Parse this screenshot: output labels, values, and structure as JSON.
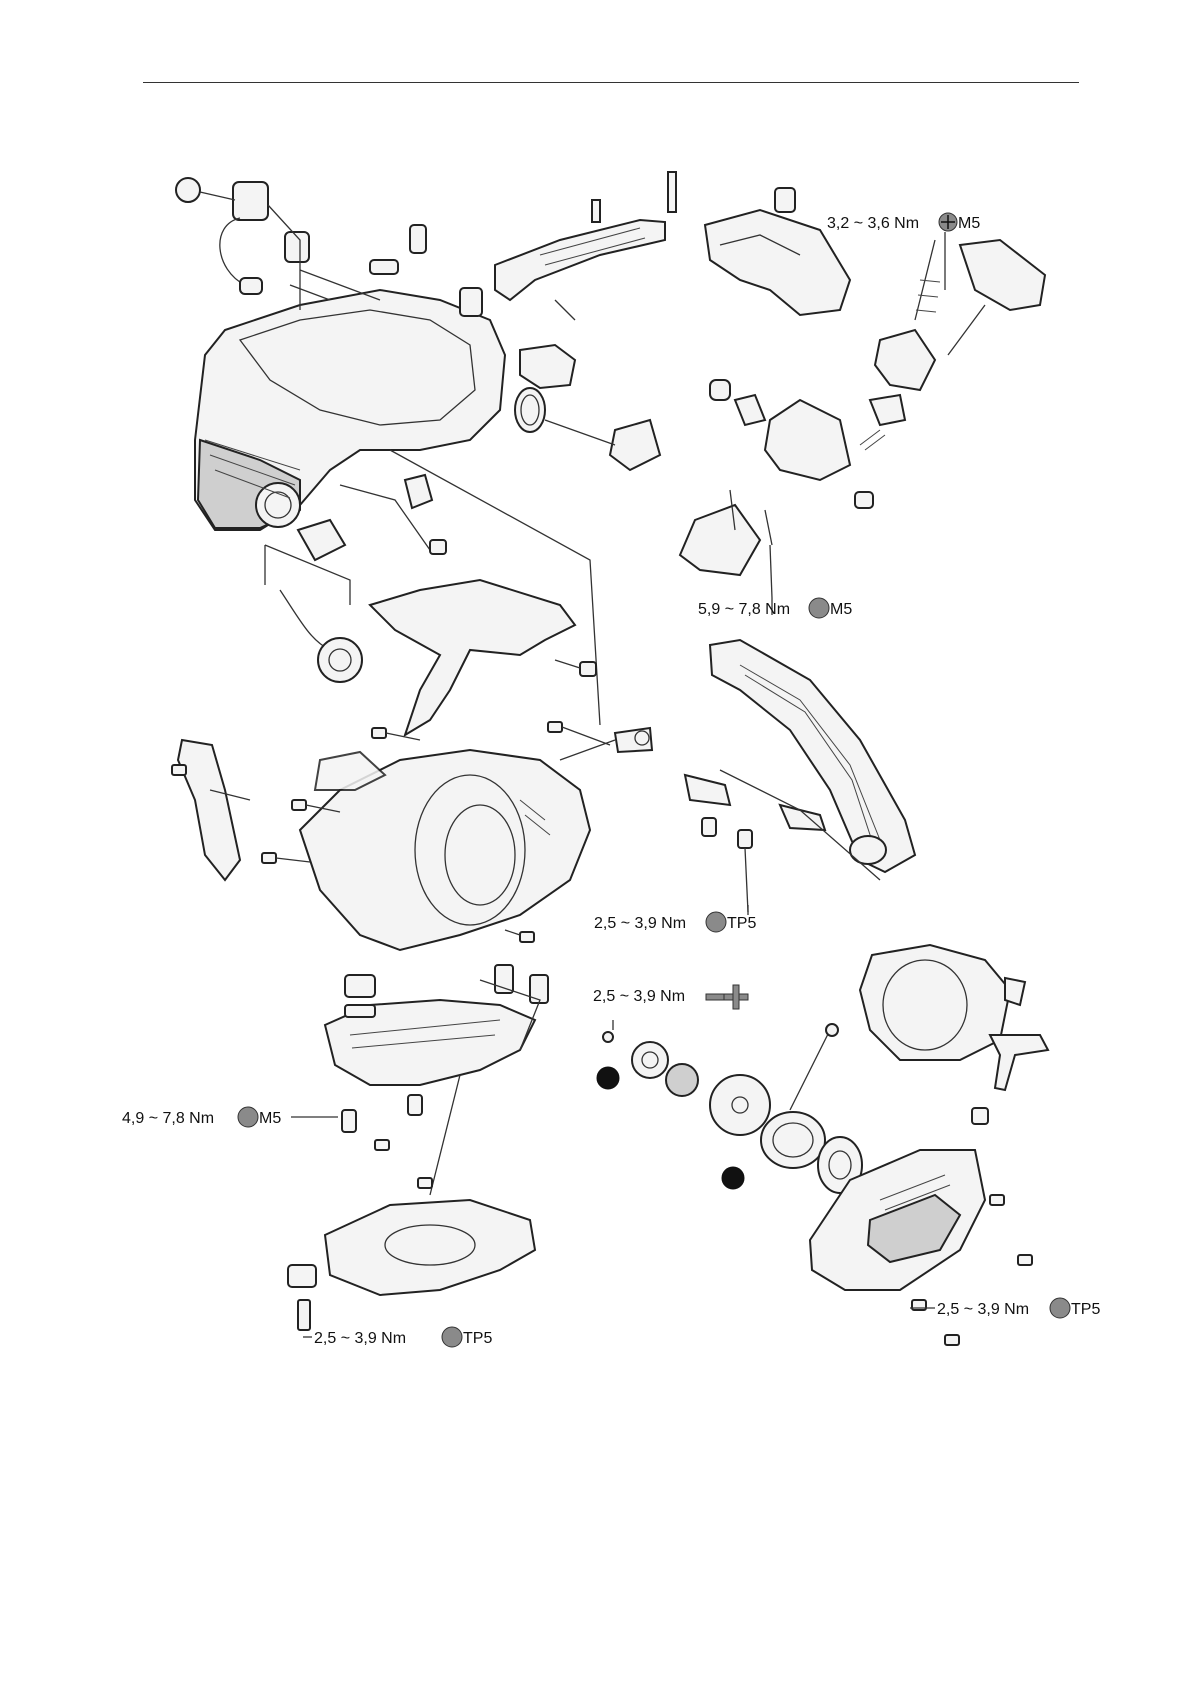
{
  "torque_labels": [
    {
      "id": "t1",
      "value": "3,2 ~ 3,6 Nm",
      "tool": "M5",
      "symbol": "plus-circle-icon"
    },
    {
      "id": "t2",
      "value": "5,9 ~ 7,8 Nm",
      "tool": "M5",
      "symbol": "grey-circle-icon"
    },
    {
      "id": "t3",
      "value": "2,5 ~ 3,9 Nm",
      "tool": "TP5",
      "symbol": "grey-circle-icon"
    },
    {
      "id": "t4",
      "value": "2,5 ~ 3,9 Nm",
      "tool": "",
      "symbol": "minus-plus-icon"
    },
    {
      "id": "t5",
      "value": "4,9 ~ 7,8 Nm",
      "tool": "M5",
      "symbol": "grey-circle-icon"
    },
    {
      "id": "t6",
      "value": "2,5 ~ 3,9 Nm",
      "tool": "TP5",
      "symbol": "grey-circle-icon"
    },
    {
      "id": "t7",
      "value": "2,5 ~ 3,9 Nm",
      "tool": "TP5",
      "symbol": "grey-circle-icon"
    }
  ],
  "colors": {
    "line": "#222222",
    "symbol_fill": "#8a8a8a",
    "symbol_dark": "#111111"
  }
}
